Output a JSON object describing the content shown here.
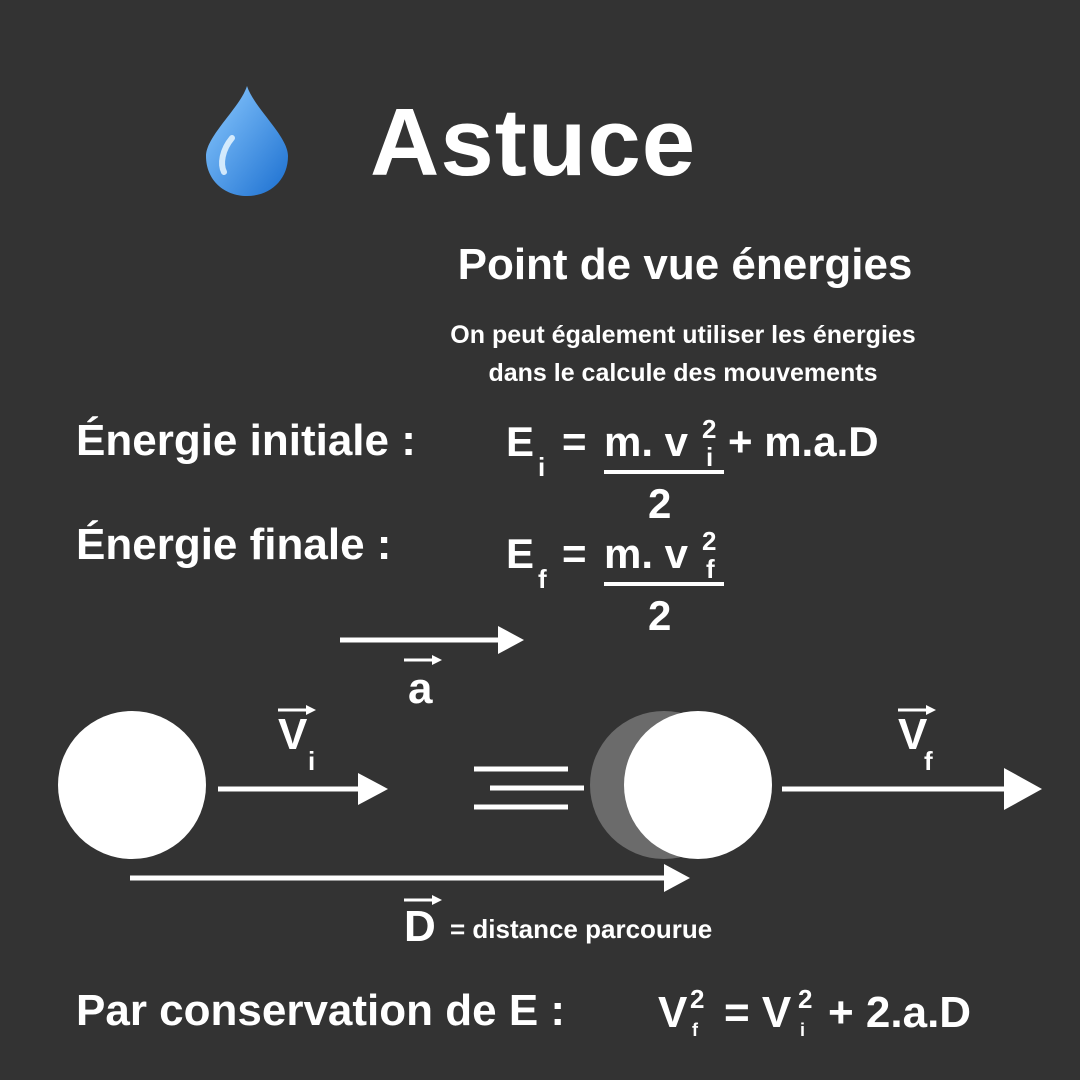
{
  "header": {
    "icon": "water-drop-icon",
    "title": "Astuce"
  },
  "section": {
    "subtitle": "Point de vue énergies",
    "intro_line1": "On peut également utiliser les énergies",
    "intro_line2": "dans le calcule des mouvements"
  },
  "energy_initial": {
    "label": "Énergie initiale :",
    "E": "E",
    "E_sub": "i",
    "eq": "=",
    "numerator": "m. v",
    "v_sub": "i",
    "v_sup": "2",
    "plus": "+ m.a.D",
    "denominator": "2"
  },
  "energy_final": {
    "label": "Énergie finale :",
    "E": "E",
    "E_sub": "f",
    "eq": "=",
    "numerator": "m. v",
    "v_sub": "f",
    "v_sup": "2",
    "denominator": "2"
  },
  "diagram": {
    "accel_label": "a",
    "vi_label": "V",
    "vi_sub": "i",
    "vf_label": "V",
    "vf_sub": "f",
    "d_label": "D",
    "d_caption": "= distance parcourue"
  },
  "conclusion": {
    "label": "Par conservation de E :",
    "lhs": "V",
    "lhs_sub": "f",
    "lhs_sup": "2",
    "eq": "= V",
    "rhs_sub": "i",
    "rhs_sup": "2",
    "rest": "+ 2.a.D"
  },
  "colors": {
    "background": "#333333",
    "foreground": "#ffffff",
    "ghost_ball": "#6b6b6b",
    "drop_light": "#9fd3ff",
    "drop_dark": "#1e73d6"
  }
}
